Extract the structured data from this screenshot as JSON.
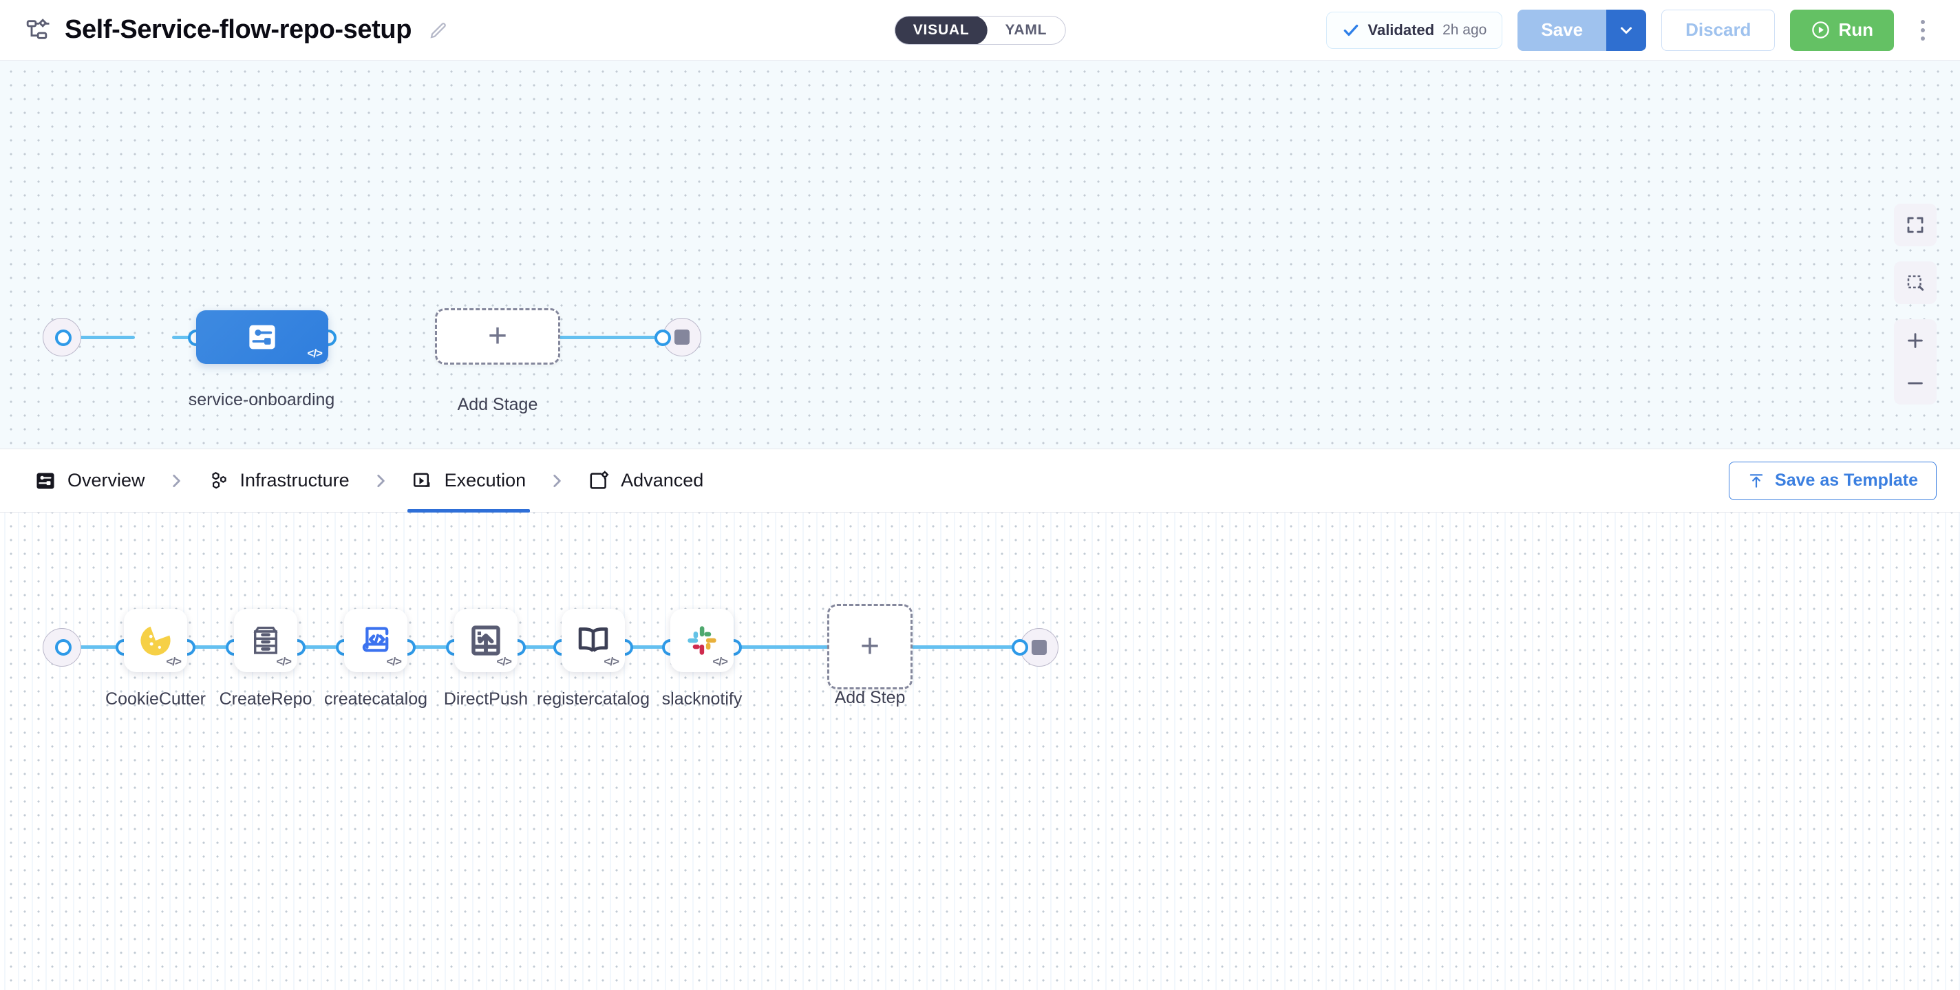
{
  "header": {
    "pipeline_icon": "pipeline-icon",
    "title": "Self-Service-flow-repo-setup",
    "edit_icon": "pencil-edit-icon",
    "view_toggle": {
      "options": [
        "VISUAL",
        "YAML"
      ],
      "selected": "VISUAL"
    },
    "validation": {
      "icon": "check-icon",
      "label": "Validated",
      "time": "2h ago"
    },
    "save_label": "Save",
    "save_caret_icon": "chevron-down-icon",
    "discard_label": "Discard",
    "run_label": "Run",
    "run_icon": "play-circle-icon",
    "more_icon": "kebab-menu-icon",
    "colors": {
      "run": "#64c164",
      "save": "#9fc2ee",
      "save_caret": "#2f6fd0",
      "accent": "#2e6fd8"
    }
  },
  "tabs": {
    "items": [
      {
        "label": "Overview",
        "icon": "overview-icon",
        "active": false
      },
      {
        "label": "Infrastructure",
        "icon": "infrastructure-icon",
        "active": false
      },
      {
        "label": "Execution",
        "icon": "execution-icon",
        "active": true
      },
      {
        "label": "Advanced",
        "icon": "advanced-icon",
        "active": false
      }
    ],
    "separator_icon": "chevron-right-icon",
    "save_as_template": {
      "label": "Save as Template",
      "icon": "upload-template-icon"
    }
  },
  "stage_canvas": {
    "start_node": {
      "icon": "play-icon",
      "name": "start-node"
    },
    "stage": {
      "label": "service-onboarding",
      "icon": "stage-flow-icon",
      "badge": "</>"
    },
    "add_stage": {
      "label": "Add Stage",
      "icon": "plus-icon"
    },
    "stop_node": {
      "icon": "stop-square-icon",
      "name": "stop-node"
    }
  },
  "step_canvas": {
    "start_node": {
      "icon": "play-icon"
    },
    "steps": [
      {
        "label": "CookieCutter",
        "icon": "cookie-icon",
        "badge": "</>"
      },
      {
        "label": "CreateRepo",
        "icon": "drawers-icon",
        "badge": "</>"
      },
      {
        "label": "createcatalog",
        "icon": "code-document-icon",
        "badge": "</>"
      },
      {
        "label": "DirectPush",
        "icon": "push-upload-icon",
        "badge": "</>"
      },
      {
        "label": "registercatalog",
        "icon": "open-book-icon",
        "badge": "</>"
      },
      {
        "label": "slacknotify",
        "icon": "slack-icon",
        "badge": "</>"
      }
    ],
    "add_step": {
      "label": "Add Step",
      "icon": "plus-icon"
    },
    "stop_node": {
      "icon": "stop-square-icon"
    }
  },
  "canvas_controls": [
    {
      "name": "fit-to-screen-button",
      "icon": "expand-corners-icon"
    },
    {
      "name": "select-area-button",
      "icon": "marquee-select-icon"
    },
    {
      "name": "zoom-in-button",
      "icon": "plus-icon"
    },
    {
      "name": "zoom-out-button",
      "icon": "minus-icon"
    }
  ]
}
